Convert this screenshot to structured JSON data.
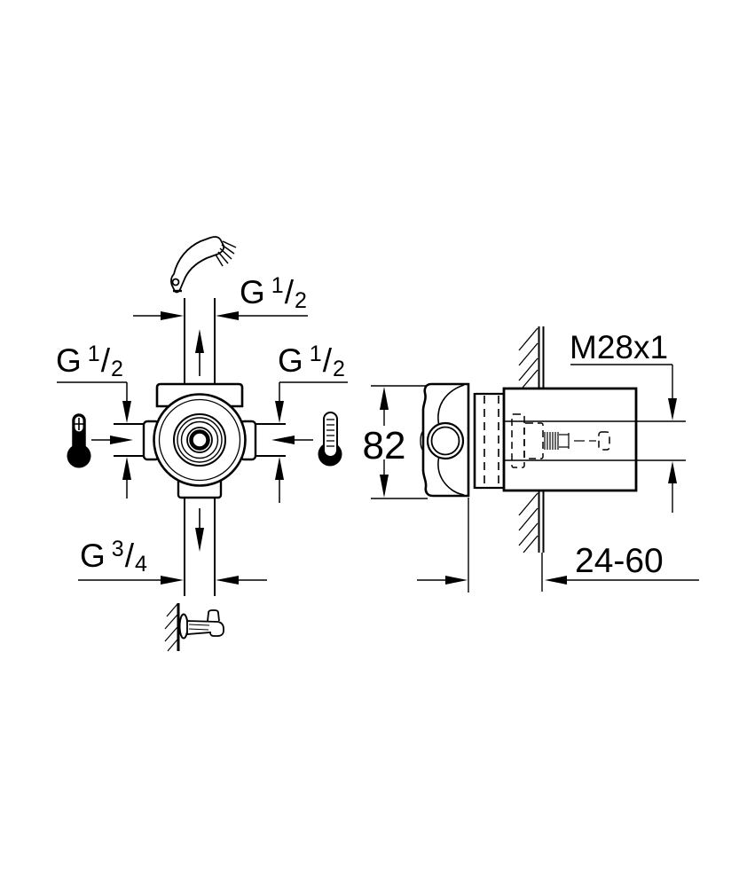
{
  "page": {
    "background": "#ffffff",
    "line_color": "#000000"
  },
  "front_view": {
    "top_outlet": {
      "prefix": "G",
      "numerator": "1",
      "slash": "/",
      "denominator": "2"
    },
    "left_inlet": {
      "prefix": "G",
      "numerator": "1",
      "slash": "/",
      "denominator": "2"
    },
    "right_inlet": {
      "prefix": "G",
      "numerator": "1",
      "slash": "/",
      "denominator": "2"
    },
    "bottom_outlet": {
      "prefix": "G",
      "numerator": "3",
      "slash": "/",
      "denominator": "4"
    },
    "icons": {
      "shower": "hand-shower-icon",
      "hot": "hot-thermometer-icon",
      "cold": "cold-thermometer-icon",
      "spout": "bath-spout-icon"
    }
  },
  "side_view": {
    "thread": "M28x1",
    "height": "82",
    "depth_range": "24-60"
  }
}
